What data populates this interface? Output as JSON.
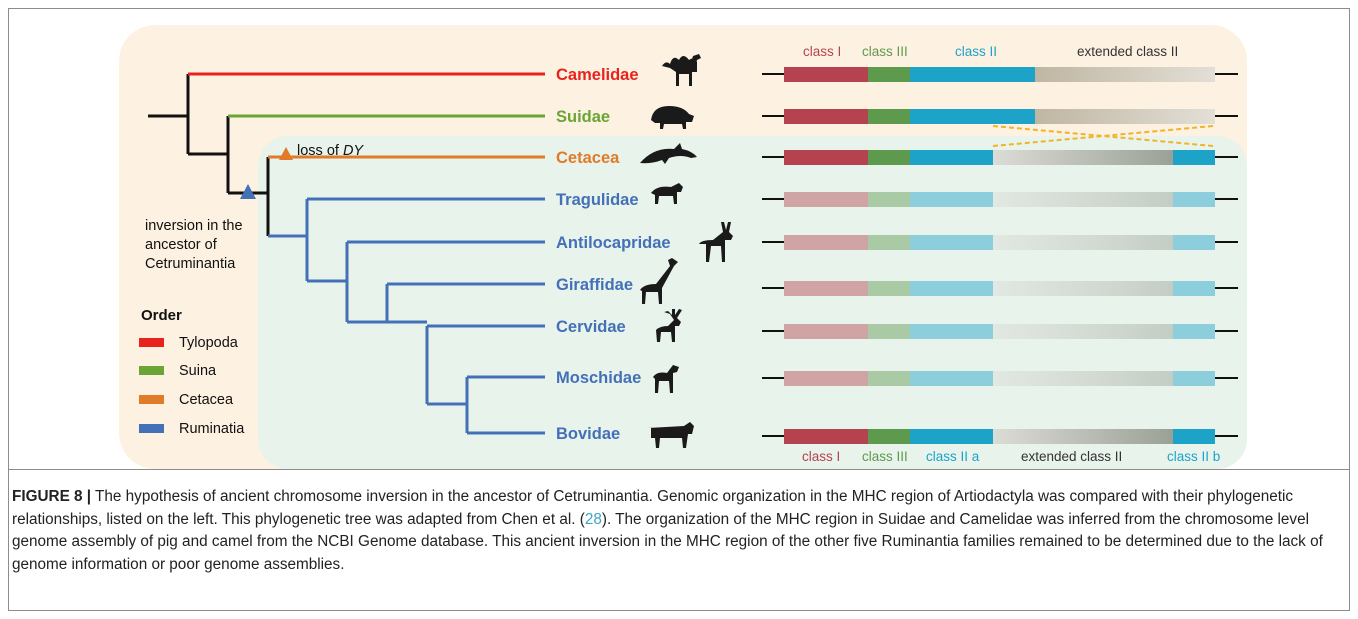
{
  "figure": {
    "bar_labels_top": {
      "class_i": "class I",
      "class_iii": "class III",
      "class_ii": "class II",
      "extended_class_ii": "extended class II"
    },
    "bar_labels_bottom": {
      "class_i": "class I",
      "class_iii": "class III",
      "class_ii_a": "class II a",
      "extended_class_ii": "extended class II",
      "class_ii_b": "class II b"
    },
    "taxa": [
      {
        "name": "Camelidae",
        "color": "#e8231e",
        "icon": "camel-silhouette-icon"
      },
      {
        "name": "Suidae",
        "color": "#6aa535",
        "icon": "boar-silhouette-icon"
      },
      {
        "name": "Cetacea",
        "color": "#e07b2a",
        "icon": "dolphin-silhouette-icon"
      },
      {
        "name": "Tragulidae",
        "color": "#4470b8",
        "icon": "chevrotain-silhouette-icon"
      },
      {
        "name": "Antilocapridae",
        "color": "#4470b8",
        "icon": "pronghorn-silhouette-icon"
      },
      {
        "name": "Giraffidae",
        "color": "#4470b8",
        "icon": "giraffe-silhouette-icon"
      },
      {
        "name": "Cervidae",
        "color": "#4470b8",
        "icon": "deer-silhouette-icon"
      },
      {
        "name": "Moschidae",
        "color": "#4470b8",
        "icon": "musk-deer-silhouette-icon"
      },
      {
        "name": "Bovidae",
        "color": "#4470b8",
        "icon": "cow-silhouette-icon"
      }
    ],
    "annotations": {
      "loss_prefix": "loss of ",
      "loss_gene": "DY",
      "inversion_line1": "inversion in the",
      "inversion_line2": "ancestor of",
      "inversion_line3": "Cetruminantia"
    },
    "legend": {
      "title": "Order",
      "items": [
        {
          "label": "Tylopoda",
          "color": "#e8231e"
        },
        {
          "label": "Suina",
          "color": "#6aa535"
        },
        {
          "label": "Cetacea",
          "color": "#e07b2a"
        },
        {
          "label": "Ruminatia",
          "color": "#4470b8"
        }
      ]
    },
    "segment_colors": {
      "class_i": "#b5434f",
      "class_iii": "#5e9a4e",
      "class_ii": "#1da3c8",
      "extended_start": "#d6d0c2",
      "extended_end": "#9a9a8c"
    }
  },
  "caption": {
    "label": "FIGURE 8 |",
    "text_1": " The hypothesis of ancient chromosome inversion in the ancestor of Cetruminantia. Genomic organization in the MHC region of Artiodactyla was compared with their phylogenetic relationships, listed on the left. This phylogenetic tree was adapted from Chen et al. (",
    "ref": "28",
    "text_2": "). The organization of the MHC region in Suidae and Camelidae was inferred from the chromosome level genome assembly of pig and camel from the NCBI Genome database. This ancient inversion in the MHC region of the other five Ruminantia families remained to be determined due to the lack of genome information or poor genome assemblies."
  }
}
